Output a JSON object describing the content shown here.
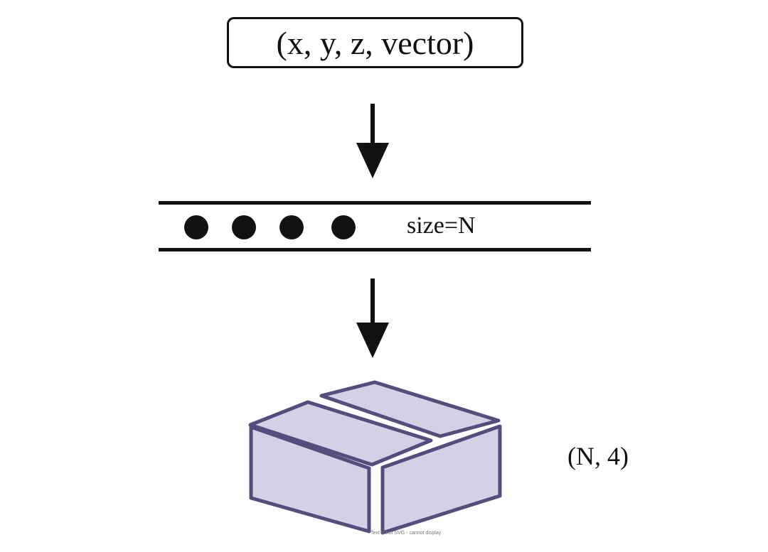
{
  "tuple_label": "(x, y, z, vector)",
  "buffer": {
    "size_label": "size=N",
    "dot_count": 4
  },
  "tensor": {
    "shape_label": "(N, 4)",
    "fill_color": "#d3d1e5",
    "stroke_color": "#554d7d",
    "icon": "box-icon"
  },
  "caption": "Text is not SVG - cannot display",
  "colors": {
    "ink": "#111111",
    "background": "#ffffff"
  }
}
